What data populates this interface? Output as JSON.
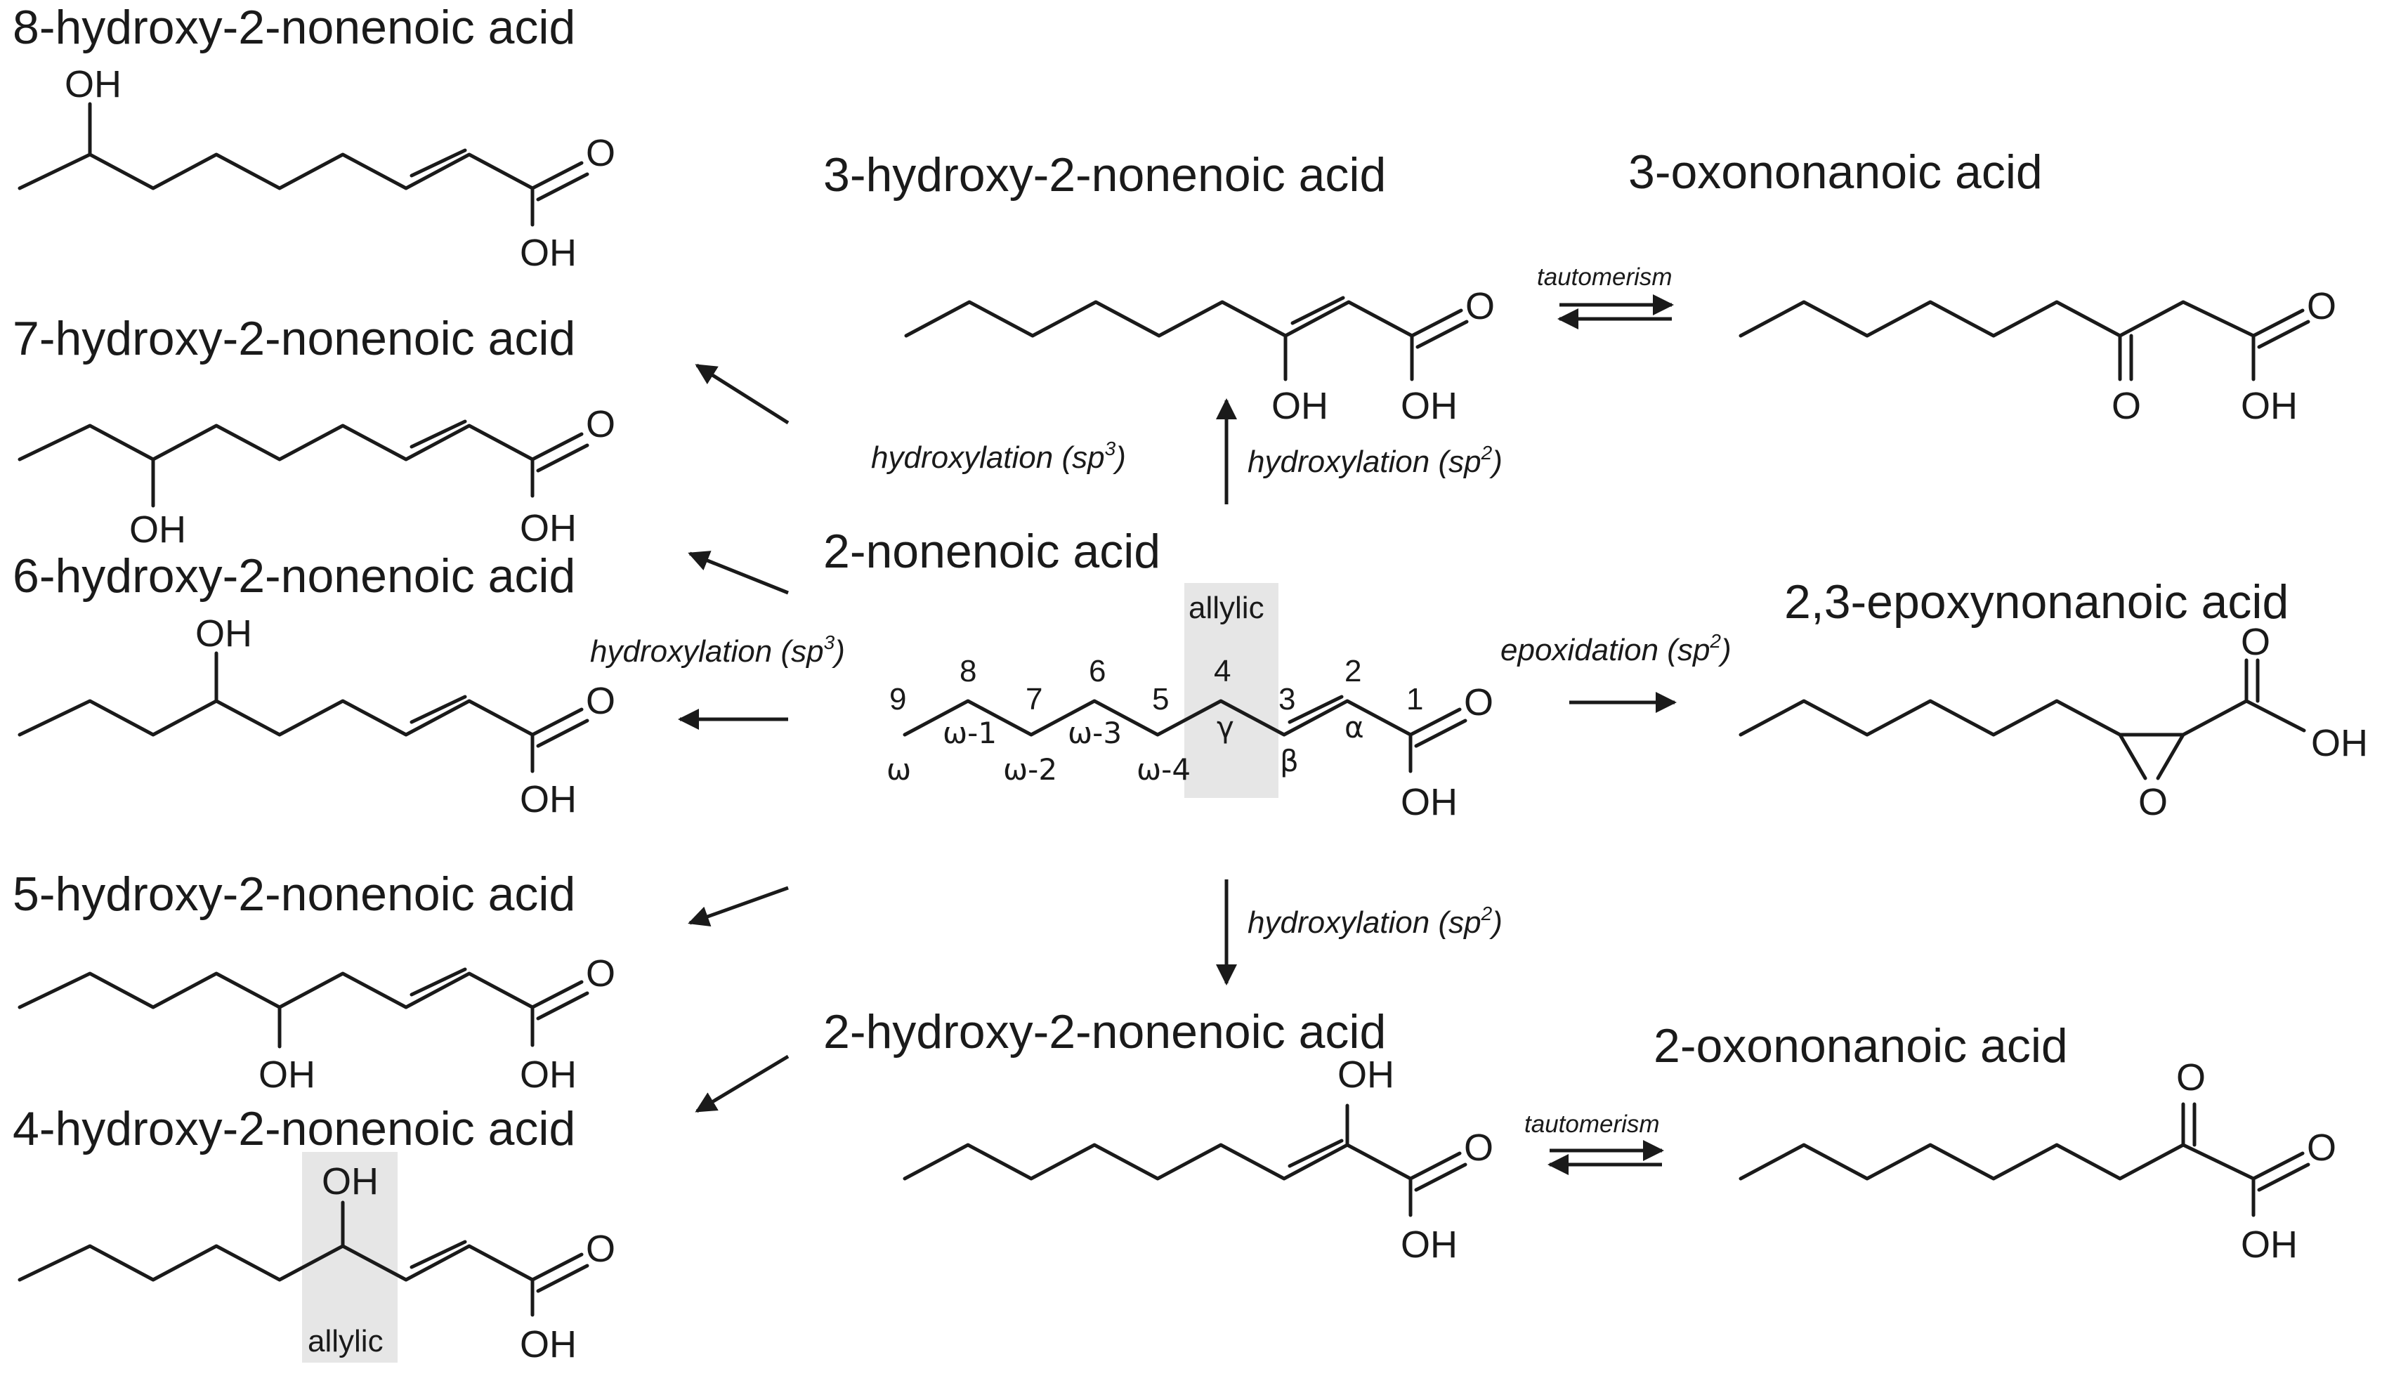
{
  "compounds": {
    "hydroxy8": {
      "name": "8-hydroxy-2-nonenoic acid",
      "oh": "OH",
      "acid_o": "O",
      "acid_oh": "OH"
    },
    "hydroxy7": {
      "name": "7-hydroxy-2-nonenoic acid",
      "oh": "OH",
      "acid_o": "O",
      "acid_oh": "OH"
    },
    "hydroxy6": {
      "name": "6-hydroxy-2-nonenoic acid",
      "oh": "OH",
      "acid_o": "O",
      "acid_oh": "OH"
    },
    "hydroxy5": {
      "name": "5-hydroxy-2-nonenoic acid",
      "oh": "OH",
      "acid_o": "O",
      "acid_oh": "OH"
    },
    "hydroxy4": {
      "name": "4-hydroxy-2-nonenoic acid",
      "oh": "OH",
      "acid_o": "O",
      "acid_oh": "OH",
      "highlight": "allylic"
    },
    "hydroxy3": {
      "name": "3-hydroxy-2-nonenoic acid",
      "oh": "OH",
      "acid_o": "O",
      "acid_oh": "OH"
    },
    "oxo3": {
      "name": "3-oxononanoic acid",
      "keto_o": "O",
      "acid_o": "O",
      "acid_oh": "OH"
    },
    "nonenoic": {
      "name": "2-nonenoic acid",
      "acid_o": "O",
      "acid_oh": "OH",
      "highlight": "allylic",
      "carbon_numbers": [
        "9",
        "8",
        "7",
        "6",
        "5",
        "4",
        "3",
        "2",
        "1"
      ],
      "omega_labels": [
        "ω",
        "ω-1",
        "ω-2",
        "ω-3",
        "ω-4"
      ],
      "greek_labels": [
        "γ",
        "β",
        "α"
      ]
    },
    "epoxy": {
      "name": "2,3-epoxynonanoic acid",
      "epoxide_o": "O",
      "acid_o": "O",
      "acid_oh": "OH"
    },
    "hydroxy2": {
      "name": "2-hydroxy-2-nonenoic acid",
      "oh": "OH",
      "acid_o": "O",
      "acid_oh": "OH"
    },
    "oxo2": {
      "name": "2-oxononanoic acid",
      "keto_o": "O",
      "acid_o": "O",
      "acid_oh": "OH"
    }
  },
  "reactions": {
    "hydroxylation_sp3": {
      "text": "hydroxylation (sp",
      "sup": "3",
      "close": ")"
    },
    "hydroxylation_sp2": {
      "text": "hydroxylation (sp",
      "sup": "2",
      "close": ")"
    },
    "epoxidation_sp2": {
      "text": "epoxidation (sp",
      "sup": "2",
      "close": ")"
    },
    "tautomerism": "tautomerism"
  }
}
